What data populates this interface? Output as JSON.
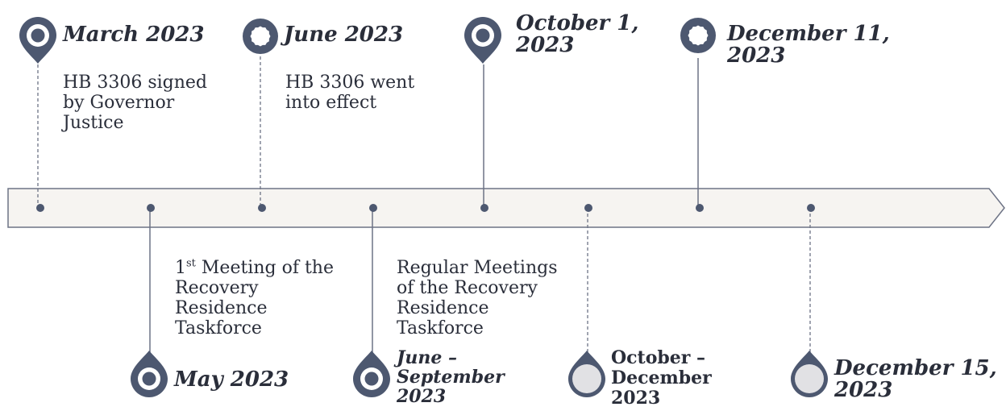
{
  "timeline": {
    "colors": {
      "bar_fill": "#f6f4f1",
      "bar_stroke": "#6d7385",
      "marker": "#4d5870",
      "marker_light": "#e1e1e4",
      "text": "#2a2e3a"
    },
    "milestones": [
      {
        "id": "march-2023",
        "date": "March 2023",
        "description": "HB 3306 signed by Governor Justice",
        "marker_icon": "location-pin-icon"
      },
      {
        "id": "may-2023",
        "date": "May 2023",
        "description_ordinal": "1",
        "description_suffix": "st",
        "description_rest": " Meeting of the Recovery Residence Taskforce",
        "marker_icon": "location-pin-icon"
      },
      {
        "id": "june-2023",
        "date": "June 2023",
        "description": "HB 3306 went into effect",
        "marker_icon": "seal-icon"
      },
      {
        "id": "june-sept-2023",
        "date": "June – September 2023",
        "description": "Regular Meetings of the Recovery Residence Taskforce",
        "marker_icon": "location-pin-icon"
      },
      {
        "id": "oct-1-2023",
        "date": "October 1, 2023",
        "marker_icon": "location-pin-icon"
      },
      {
        "id": "oct-dec-2023",
        "date": "October – December 2023",
        "marker_icon": "location-pin-icon"
      },
      {
        "id": "dec-11-2023",
        "date": "December 11, 2023",
        "marker_icon": "seal-icon"
      },
      {
        "id": "dec-15-2023",
        "date": "December 15, 2023",
        "marker_icon": "location-pin-icon"
      }
    ]
  }
}
